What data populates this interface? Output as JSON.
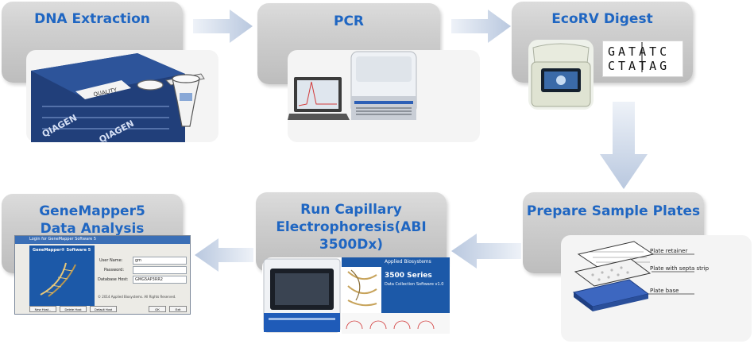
{
  "steps": [
    {
      "title": "DNA Extraction"
    },
    {
      "title": "PCR"
    },
    {
      "title": "EcoRV Digest"
    },
    {
      "title": "Prepare Sample Plates"
    },
    {
      "title": "Run  Capillary Electrophoresis(ABI 3500Dx)"
    },
    {
      "title": "GeneMapper5 Data Analysis"
    }
  ],
  "kit_box": {
    "brand": "QIAGEN",
    "label": "QUALITY"
  },
  "sequence": {
    "top": "GATATC",
    "bottom": "CTATAG"
  },
  "plate_labels": {
    "retainer": "Plate retainer",
    "septa": "Plate with septa strip",
    "base": "Plate base"
  },
  "sequencer_screen": {
    "brand": "Applied Biosystems",
    "series": "3500 Series",
    "subtitle": "Data Collection Software v1.0"
  },
  "dialog": {
    "title": "Login for GeneMapper Software 5",
    "banner": "GeneMapper® Software 5",
    "user_label": "User Name:",
    "user_value": "gm",
    "password_label": "Password:",
    "database_label": "Database Host:",
    "database_value": "GMG5AP3RR2",
    "copyright": "© 2014 Applied Biosystems. All Rights Reserved.",
    "buttons": [
      "New Host...",
      "Delete Host",
      "Default Host",
      "OK",
      "Exit"
    ]
  },
  "colors": {
    "title": "#1f66c2",
    "box": "#c8c8c8",
    "arrow": "#c7d3e6"
  }
}
